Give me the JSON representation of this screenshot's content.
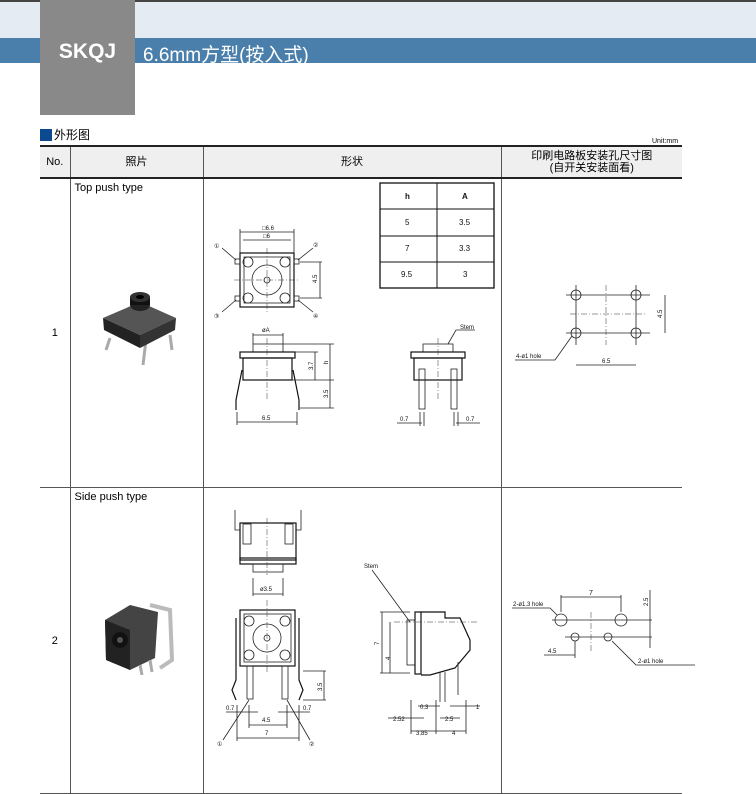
{
  "header": {
    "series": "SKQJ",
    "title": "6.6mm方型(按入式)"
  },
  "section": {
    "title": "外形图",
    "unit": "Unit:mm"
  },
  "table": {
    "headers": {
      "no": "No.",
      "photo": "照片",
      "shape": "形状",
      "pcb_line1": "印刷电路板安装孔尺寸图",
      "pcb_line2": "(自开关安装面看)"
    },
    "rows": [
      {
        "no": "1",
        "type": "Top push type",
        "h_table": {
          "headers": [
            "h",
            "A"
          ],
          "rows": [
            [
              "5",
              "3.5"
            ],
            [
              "7",
              "3.3"
            ],
            [
              "9.5",
              "3"
            ]
          ]
        },
        "dims": {
          "outer": "□6.6",
          "inner": "□6",
          "pitch_v": "4.5",
          "dia": "øA",
          "body_h": "3.7",
          "h": "h",
          "lead": "3.5",
          "pitch_h": "6.5",
          "stem": "Stem",
          "pin_l": "0.7",
          "pin_r": "0.7",
          "t1": "①",
          "t2": "②",
          "t3": "③",
          "t4": "④"
        },
        "pcb": {
          "hole": "4-ø1 hole",
          "w": "6.5",
          "h": "4.5"
        }
      },
      {
        "no": "2",
        "type": "Side push type",
        "dims": {
          "dia": "ø3.5",
          "pin_l": "0.7",
          "pin_r": "0.7",
          "pitch": "4.5",
          "width": "7",
          "lead": "3.5",
          "t1": "①",
          "t2": "②",
          "stem": "Stem",
          "height": "7",
          "center": "4",
          "d03": "0.3",
          "d1": "1",
          "d252": "2.52",
          "d25": "2.5",
          "d385": "3.85",
          "d4": "4"
        },
        "pcb": {
          "big_hole": "2-ø1.3 hole",
          "w": "7",
          "h": "2.5",
          "pitch": "4.5",
          "small_hole": "2-ø1 hole"
        }
      }
    ]
  }
}
